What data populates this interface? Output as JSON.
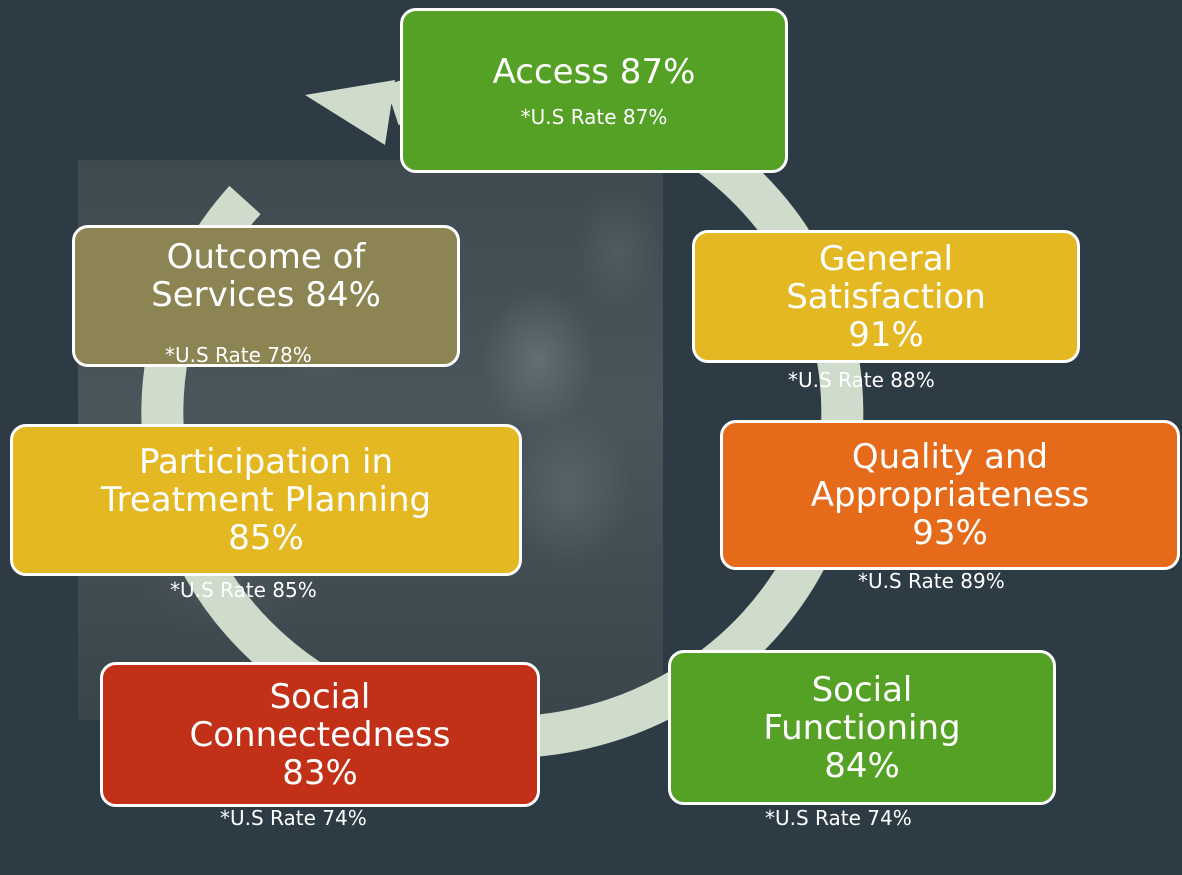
{
  "colors": {
    "background": "#2d3b45",
    "cycle_arrow": "#cfdccc",
    "green": "#55a125",
    "gold": "#e4b822",
    "orange": "#e56a1a",
    "red": "#c33018",
    "olive": "#8c8553"
  },
  "domains": [
    {
      "key": "access",
      "title": "Access 87%",
      "us_rate": "*U.S Rate 87%",
      "color": "#55a125"
    },
    {
      "key": "general-satisfaction",
      "title": "General\nSatisfaction\n91%",
      "us_rate": "*U.S Rate 88%",
      "color": "#e4b822"
    },
    {
      "key": "quality-appropriateness",
      "title": "Quality and\nAppropriateness\n93%",
      "us_rate": "*U.S Rate 89%",
      "color": "#e56a1a"
    },
    {
      "key": "social-functioning",
      "title": "Social\nFunctioning\n84%",
      "us_rate": "*U.S Rate 74%",
      "color": "#55a125"
    },
    {
      "key": "social-connectedness",
      "title": "Social\nConnectedness\n83%",
      "us_rate": "*U.S Rate 74%",
      "color": "#c33018"
    },
    {
      "key": "participation-treatment-planning",
      "title": "Participation in\nTreatment Planning\n85%",
      "us_rate": "*U.S Rate 85%",
      "color": "#e4b822"
    },
    {
      "key": "outcome-of-services",
      "title": "Outcome of\nServices 84%",
      "us_rate": "*U.S Rate 78%",
      "color": "#8c8553"
    }
  ]
}
